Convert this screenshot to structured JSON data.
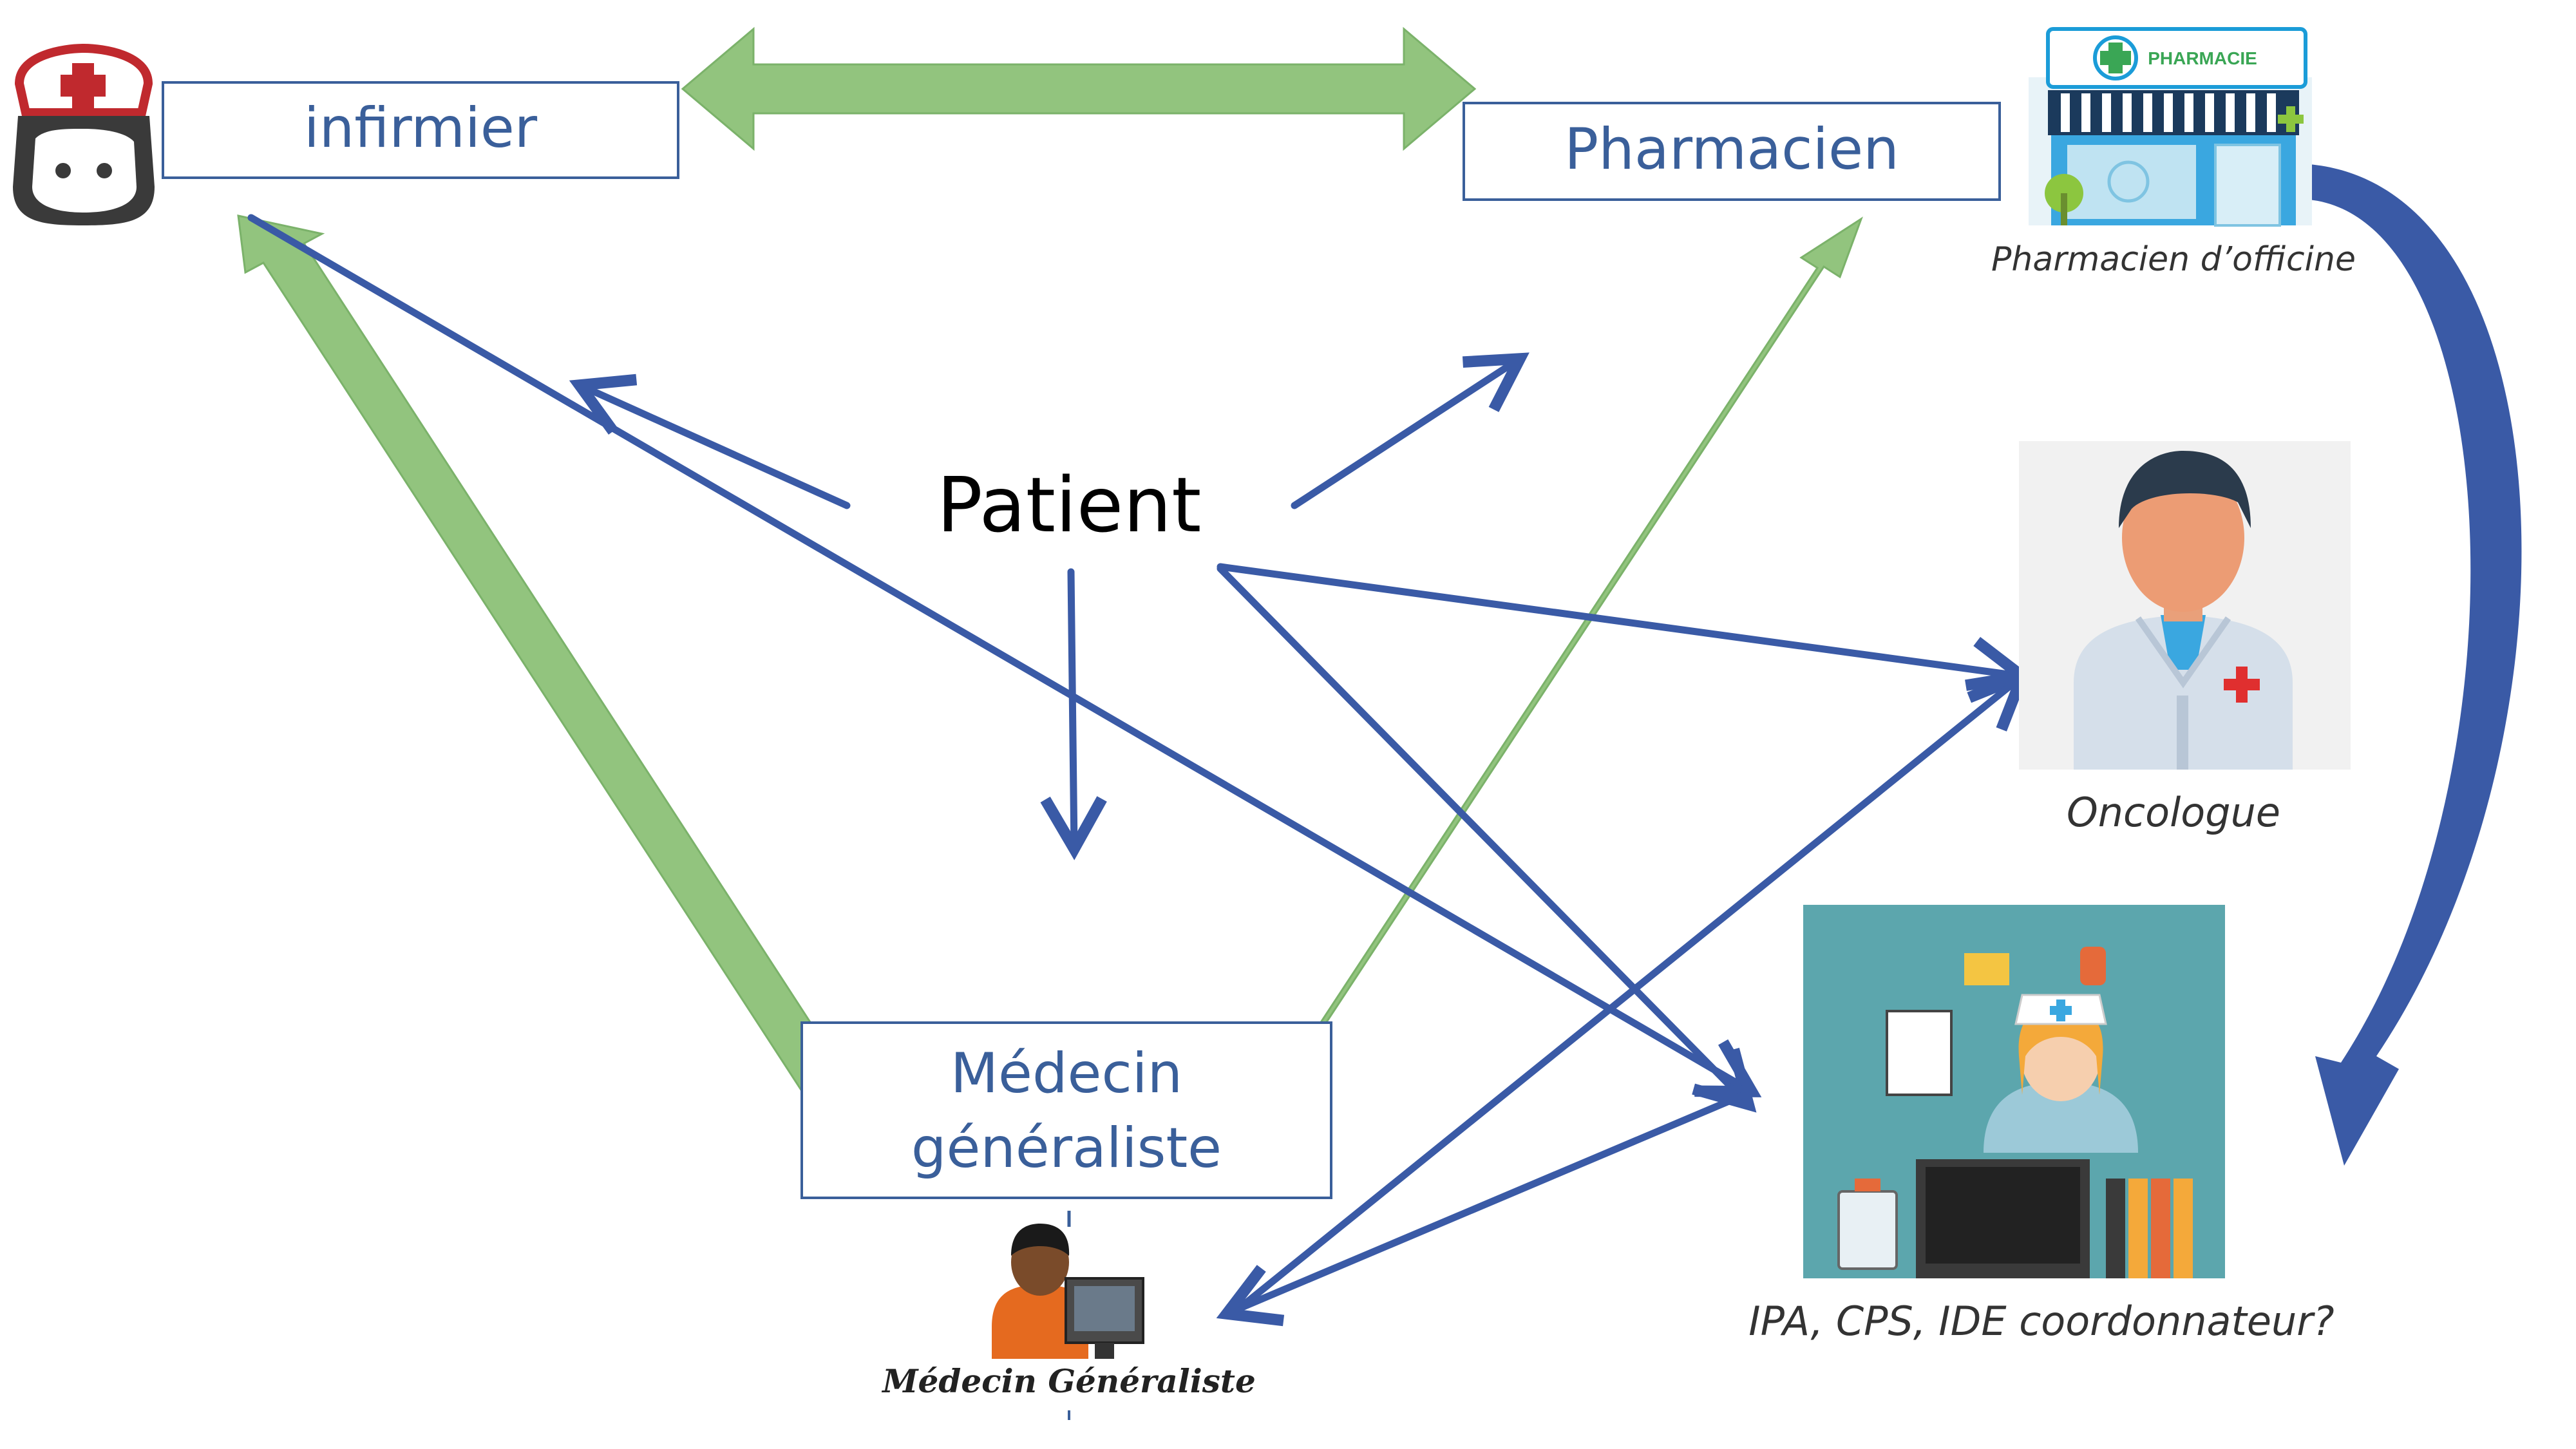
{
  "nodes": {
    "infirmier": "infirmier",
    "pharmacien": "Pharmacien",
    "patient": "Patient",
    "medecin_line1": "Médecin",
    "medecin_line2": "généraliste"
  },
  "captions": {
    "pharmacie_sign": "PHARMACIE",
    "pharmacien_officine": "Pharmacien d’officine",
    "oncologue": "Oncologue",
    "coordinateur": "IPA, CPS, IDE coordonnateur?",
    "medecin_generaliste_logo": "Médecin Généraliste"
  },
  "colors": {
    "green_arrow": "#92c47e",
    "blue_arrow": "#3a5aa6",
    "box_border": "#3a5f9a",
    "box_text": "#3a5f9a"
  },
  "icons": [
    "nurse-icon",
    "pharmacy-store-icon",
    "oncologist-doctor-icon",
    "coordinator-nurse-icon",
    "general-practitioner-icon"
  ]
}
